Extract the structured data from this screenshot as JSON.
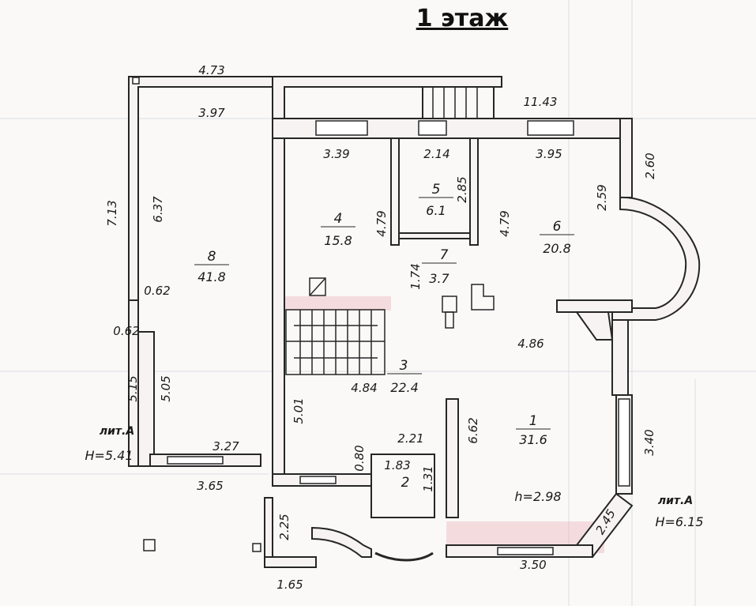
{
  "title": "1 этаж",
  "colors": {
    "wall": "#262626",
    "wall_fill": "#f6f3f2",
    "pink": "#e7a6ae",
    "faint_grid": "#d9dde2"
  },
  "rooms": [
    {
      "no": "1",
      "area": "31.6"
    },
    {
      "no": "2",
      "area": ""
    },
    {
      "no": "3",
      "area": "22.4"
    },
    {
      "no": "4",
      "area": "15.8"
    },
    {
      "no": "5",
      "area": "6.1"
    },
    {
      "no": "6",
      "area": "20.8"
    },
    {
      "no": "7",
      "area": "3.7"
    },
    {
      "no": "8",
      "area": "41.8"
    }
  ],
  "dimensions": [
    "4.73",
    "3.97",
    "11.43",
    "3.39",
    "2.14",
    "3.95",
    "2.60",
    "2.59",
    "2.85",
    "4.79",
    "4.79",
    "7.13",
    "6.37",
    "0.62",
    "0.62",
    "1.74",
    "4.86",
    "5.15",
    "5.05",
    "5.01",
    "4.84",
    "2.21",
    "6.62",
    "3.40",
    "3.27",
    "3.65",
    "0.80",
    "1.83",
    "1.31",
    "2.25",
    "2.45",
    "3.50",
    "1.65"
  ],
  "labels": {
    "lit_left": "лит.А",
    "height_left": "H=5.41",
    "lit_right": "лит.А",
    "height_right": "H=6.15",
    "ceiling": "h=2.98"
  }
}
